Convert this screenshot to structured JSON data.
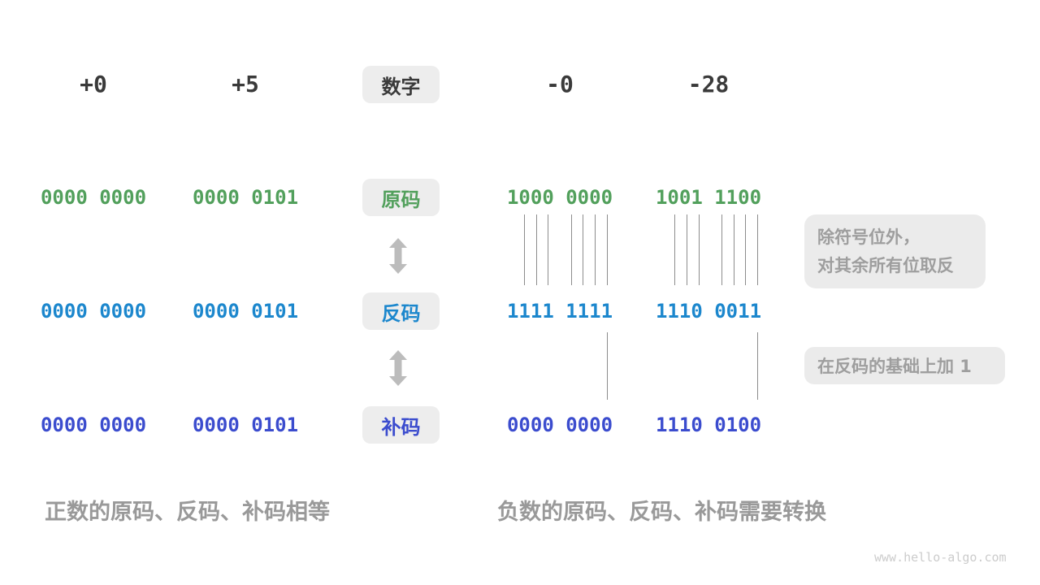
{
  "header": {
    "digit_label": "数字",
    "numbers": [
      "+0",
      "+5",
      "-0",
      "-28"
    ]
  },
  "rows": [
    {
      "label": "原码",
      "color": "#52a05c",
      "values": [
        "0000 0000",
        "0000 0101",
        "1000 0000",
        "1001 1100"
      ]
    },
    {
      "label": "反码",
      "color": "#1c87cd",
      "values": [
        "0000 0000",
        "0000 0101",
        "1111 1111",
        "1110 0011"
      ]
    },
    {
      "label": "补码",
      "color": "#3b4cce",
      "values": [
        "0000 0000",
        "0000 0101",
        "0000 0000",
        "1110 0100"
      ]
    }
  ],
  "annotations": {
    "invert": {
      "line1": "除符号位外，",
      "line2": "对其余所有位取反"
    },
    "add_one": "在反码的基础上加 1"
  },
  "captions": {
    "positive": "正数的原码、反码、补码相等",
    "negative": "负数的原码、反码、补码需要转换"
  },
  "watermark": "www.hello-algo.com",
  "colors": {
    "sign_magnitude": "#52a05c",
    "ones_complement": "#1c87cd",
    "twos_complement": "#3b4cce",
    "header_text": "#3a3a3a",
    "label_box_bg": "#ededed",
    "annotation_bg": "#ebebeb",
    "annotation_text": "#9e9e9e",
    "caption_text": "#999999",
    "connector_line": "#8c8c8c",
    "arrow": "#bcbcbc",
    "watermark": "#cccccc"
  }
}
